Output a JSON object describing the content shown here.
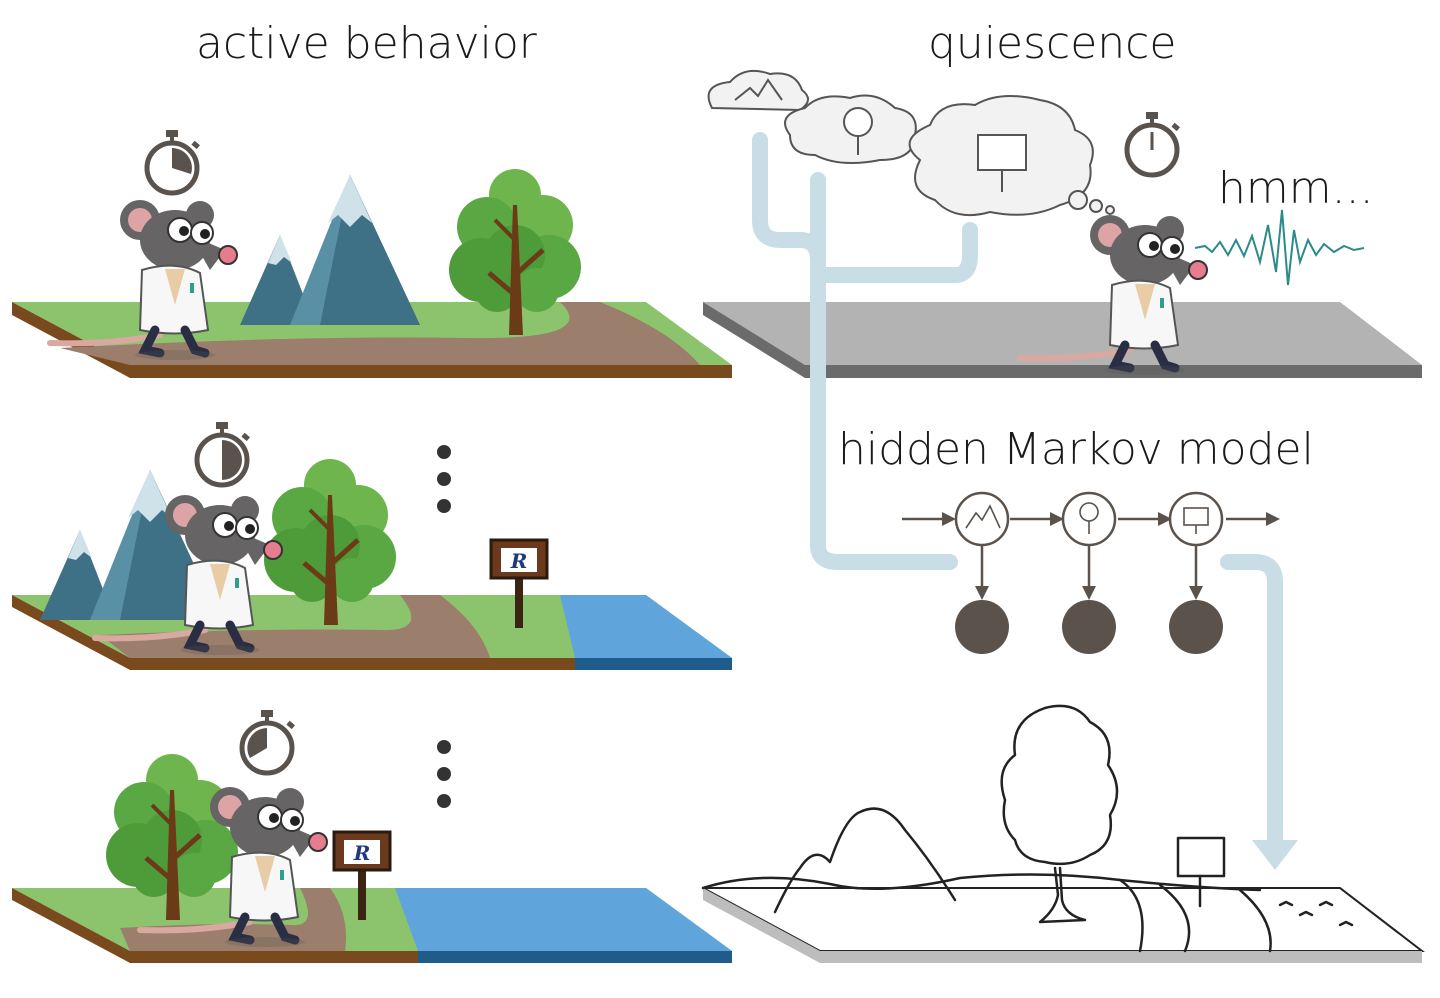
{
  "labels": {
    "left_title": "active behavior",
    "right_title": "quiescence",
    "thought": "hmm...",
    "model_title": "hidden Markov model",
    "sign_letter": "R"
  },
  "colors": {
    "grass": "#8cc46d",
    "dirt_top": "#9b7e6b",
    "soil_side": "#7a4a1f",
    "water": "#5fa5db",
    "water_side": "#1f5c8c",
    "mountain": "#3e7186",
    "mountain_light": "#5a90a6",
    "snow": "#cfe2ea",
    "tree_dark": "#4e9b3a",
    "tree_light": "#6db54c",
    "trunk": "#6b3a16",
    "gray_top": "#b3b3b3",
    "gray_side": "#6b6b6b",
    "pipe": "#c9dde6",
    "node_fill": "#5b524c",
    "mouse_fur": "#666464",
    "coat": "#f7f7f7",
    "ear": "#dca4a4",
    "signal": "#2b8a8a",
    "arrow": "#5b524c"
  },
  "icons": [
    "stopwatch-icon",
    "mountain-icon",
    "tree-icon",
    "signpost-icon",
    "thought-cloud-icon",
    "ellipsis-dots-icon"
  ]
}
